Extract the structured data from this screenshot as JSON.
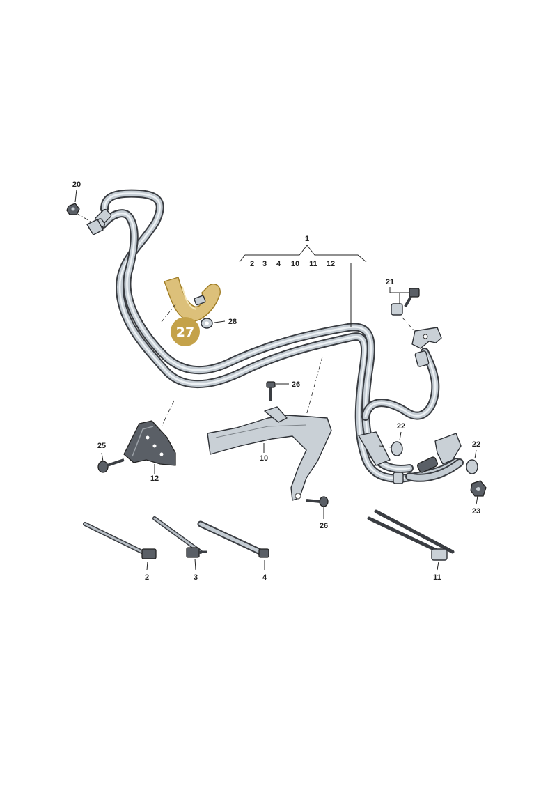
{
  "highlight": {
    "number": "27",
    "color": "#c4a24a"
  },
  "group": {
    "number": "1",
    "members": [
      "2",
      "3",
      "4",
      "10",
      "11",
      "12"
    ]
  },
  "callouts": [
    "20",
    "21",
    "22",
    "22",
    "23",
    "25",
    "12",
    "26",
    "26",
    "10",
    "28",
    "2",
    "3",
    "4",
    "11"
  ]
}
